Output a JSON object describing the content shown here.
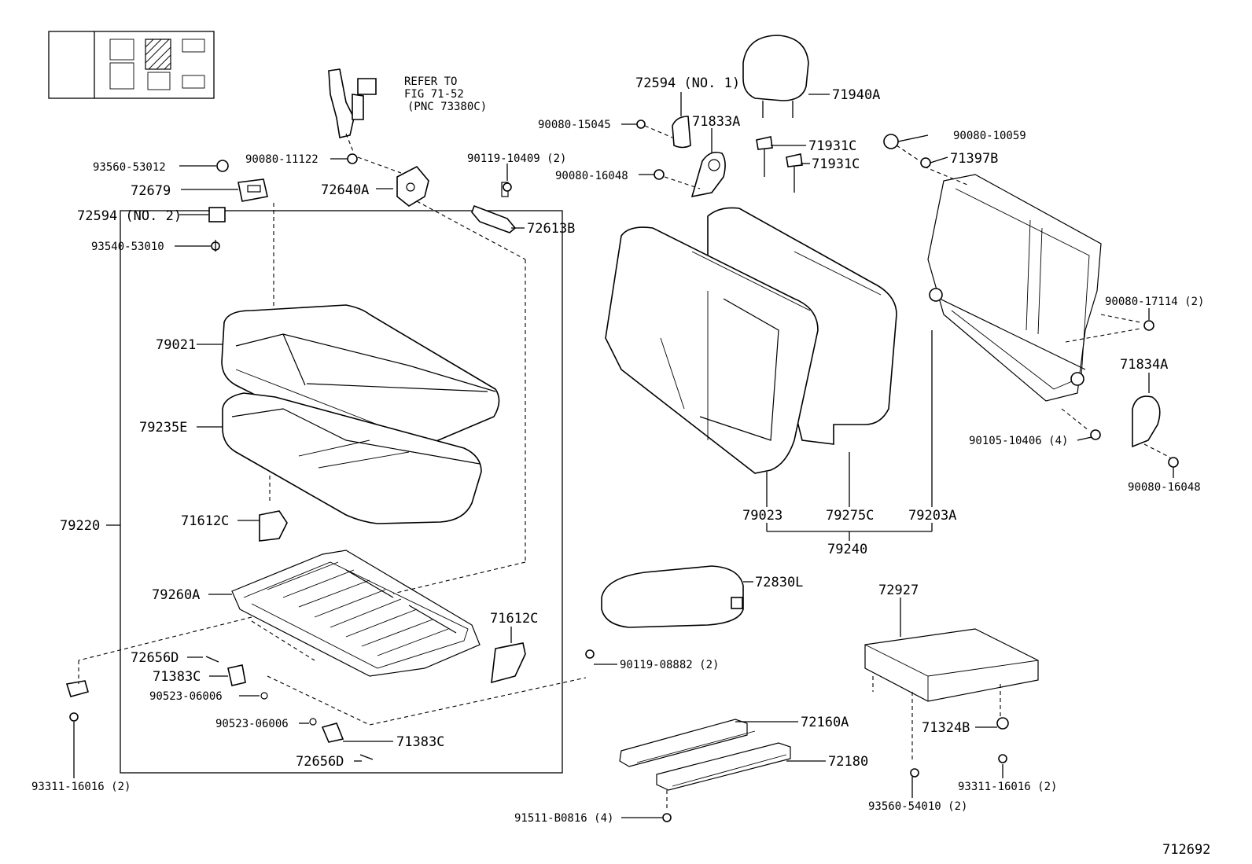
{
  "labels": {
    "refer_line1": "REFER TO",
    "refer_line2": "FIG 71-52",
    "refer_line3": "(PNC 73380C)",
    "p93560_53012": "93560-53012",
    "p72679": "72679",
    "p72594_no2": "72594 (NO. 2)",
    "p93540_53010": "93540-53010",
    "p90080_11122": "90080-11122",
    "p72640A": "72640A",
    "p90119_10409": "90119-10409 (2)",
    "p72613B": "72613B",
    "p72594_no1": "72594 (NO. 1)",
    "p90080_15045": "90080-15045",
    "p71833A": "71833A",
    "p90080_16048_a": "90080-16048",
    "p71940A": "71940A",
    "p71931C_a": "71931C",
    "p71931C_b": "71931C",
    "p90080_10059": "90080-10059",
    "p71397B": "71397B",
    "p90080_17114": "90080-17114 (2)",
    "p71834A": "71834A",
    "p90105_10406": "90105-10406 (4)",
    "p90080_16048_b": "90080-16048",
    "p79021": "79021",
    "p79235E": "79235E",
    "p79220": "79220",
    "p71612C_a": "71612C",
    "p79260A": "79260A",
    "p71612C_b": "71612C",
    "p72656D_a": "72656D",
    "p71383C_a": "71383C",
    "p90523_06006_a": "90523-06006",
    "p90523_06006_b": "90523-06006",
    "p71383C_b": "71383C",
    "p72656D_b": "72656D",
    "p93311_16016_a": "93311-16016 (2)",
    "p79023": "79023",
    "p79275C": "79275C",
    "p79203A": "79203A",
    "p79240": "79240",
    "p72830L": "72830L",
    "p90119_08882": "90119-08882 (2)",
    "p72927": "72927",
    "p72160A": "72160A",
    "p72180": "72180",
    "p71324B": "71324B",
    "p93311_16016_b": "93311-16016 (2)",
    "p93560_54010": "93560-54010 (2)",
    "p91511_B0816": "91511-B0816 (4)",
    "figure_number": "712692"
  }
}
